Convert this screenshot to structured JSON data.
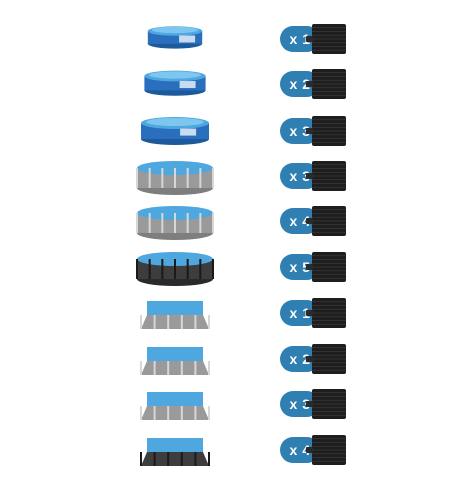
{
  "colors": {
    "badge": "#2f7fb3",
    "mat": "#1e1e1e",
    "water": "#4ea8df",
    "easy_set_ring": "#2a6fbd",
    "frame_grey": "#9a9a9a",
    "frame_dark": "#3d3d3d"
  },
  "items": [
    {
      "pool_kind": "easy-set-round",
      "count_label": "x 1",
      "count": 1
    },
    {
      "pool_kind": "easy-set-round",
      "count_label": "x 2",
      "count": 2
    },
    {
      "pool_kind": "easy-set-round",
      "count_label": "x 3",
      "count": 3
    },
    {
      "pool_kind": "prism-frame-round-grey",
      "count_label": "x 3",
      "count": 3
    },
    {
      "pool_kind": "prism-frame-round-grey",
      "count_label": "x 4",
      "count": 4
    },
    {
      "pool_kind": "ultra-xtr-round-dark",
      "count_label": "x 5",
      "count": 5
    },
    {
      "pool_kind": "prism-frame-rectangular-grey",
      "count_label": "x 1",
      "count": 1
    },
    {
      "pool_kind": "prism-frame-rectangular-grey",
      "count_label": "x 2",
      "count": 2
    },
    {
      "pool_kind": "prism-frame-rectangular-grey",
      "count_label": "x 3",
      "count": 3
    },
    {
      "pool_kind": "ultra-xtr-rectangular-dark",
      "count_label": "x 4",
      "count": 4
    }
  ]
}
